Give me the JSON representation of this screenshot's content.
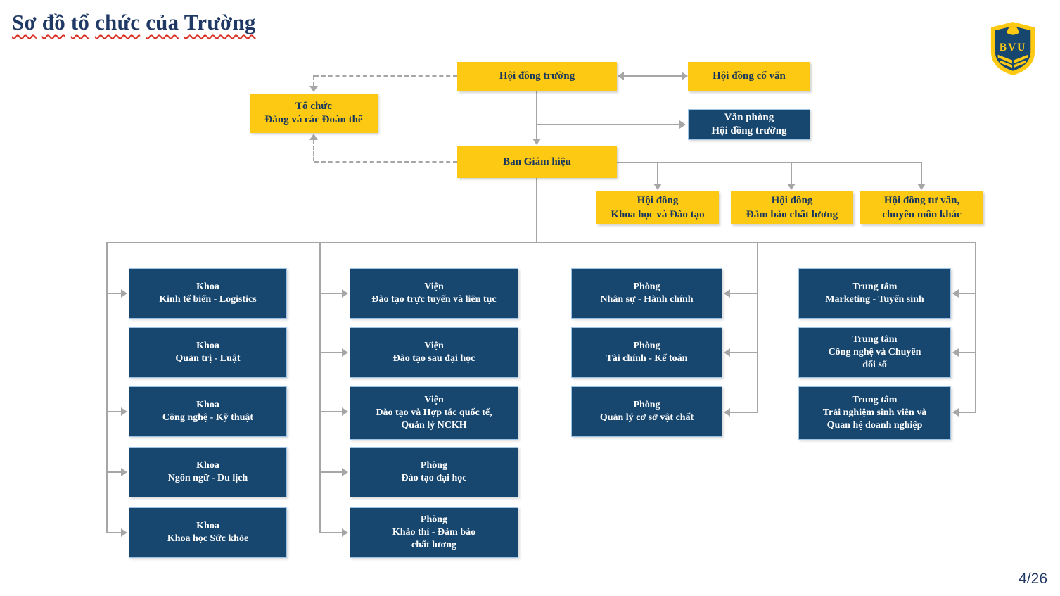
{
  "slide": {
    "title": "Sơ đồ tổ chức của Trường",
    "page_number": "4/26",
    "logo_text": "BVU"
  },
  "colors": {
    "accent_yellow": "#FDC913",
    "accent_dark_blue": "#17466F",
    "title_navy": "#1F3864",
    "connector_gray": "#A6A6A6",
    "spellcheck_red": "#D93025"
  },
  "org_chart": {
    "top": {
      "hoi_dong_truong": "Hội đồng trường",
      "hoi_dong_co_van": "Hội đồng cố vấn",
      "van_phong_hoi_dong_truong": "Văn phòng\nHội đồng trường",
      "to_chuc_dang": "Tổ chức\nĐảng và các Đoàn thể",
      "ban_giam_hieu": "Ban Giám hiệu",
      "hoi_dong_khoa_hoc_dao_tao": "Hội đồng\nKhoa học và Đào tạo",
      "hoi_dong_dam_bao_chat_luong": "Hội đồng\nĐảm bảo chất lương",
      "hoi_dong_tu_van": "Hội đồng tư vấn,\nchuyên môn khác"
    },
    "faculties": [
      "Khoa\nKinh tế biển - Logistics",
      "Khoa\nQuản trị - Luật",
      "Khoa\nCông nghệ - Kỹ thuật",
      "Khoa\nNgôn ngữ - Du lịch",
      "Khoa\nKhoa học Sức khỏe"
    ],
    "institutes": [
      "Viện\nĐào tạo trực tuyến và liên tục",
      "Viện\nĐào tạo sau đại học",
      "Viện\nĐào tạo và Hợp tác quốc tế,\nQuản lý NCKH",
      "Phòng\nĐào tạo đại học",
      "Phòng\nKhảo thí - Đảm bảo\nchất lương"
    ],
    "offices": [
      "Phòng\nNhân sự - Hành chính",
      "Phòng\nTài chính - Kế toán",
      "Phòng\nQuản lý cơ sở vật chất"
    ],
    "centers": [
      "Trung tâm\nMarketing - Tuyển sinh",
      "Trung tâm\nCông nghệ và Chuyển\nđổi số",
      "Trung tâm\nTrải nghiệm sinh viên và\nQuan hệ doanh nghiệp"
    ]
  }
}
